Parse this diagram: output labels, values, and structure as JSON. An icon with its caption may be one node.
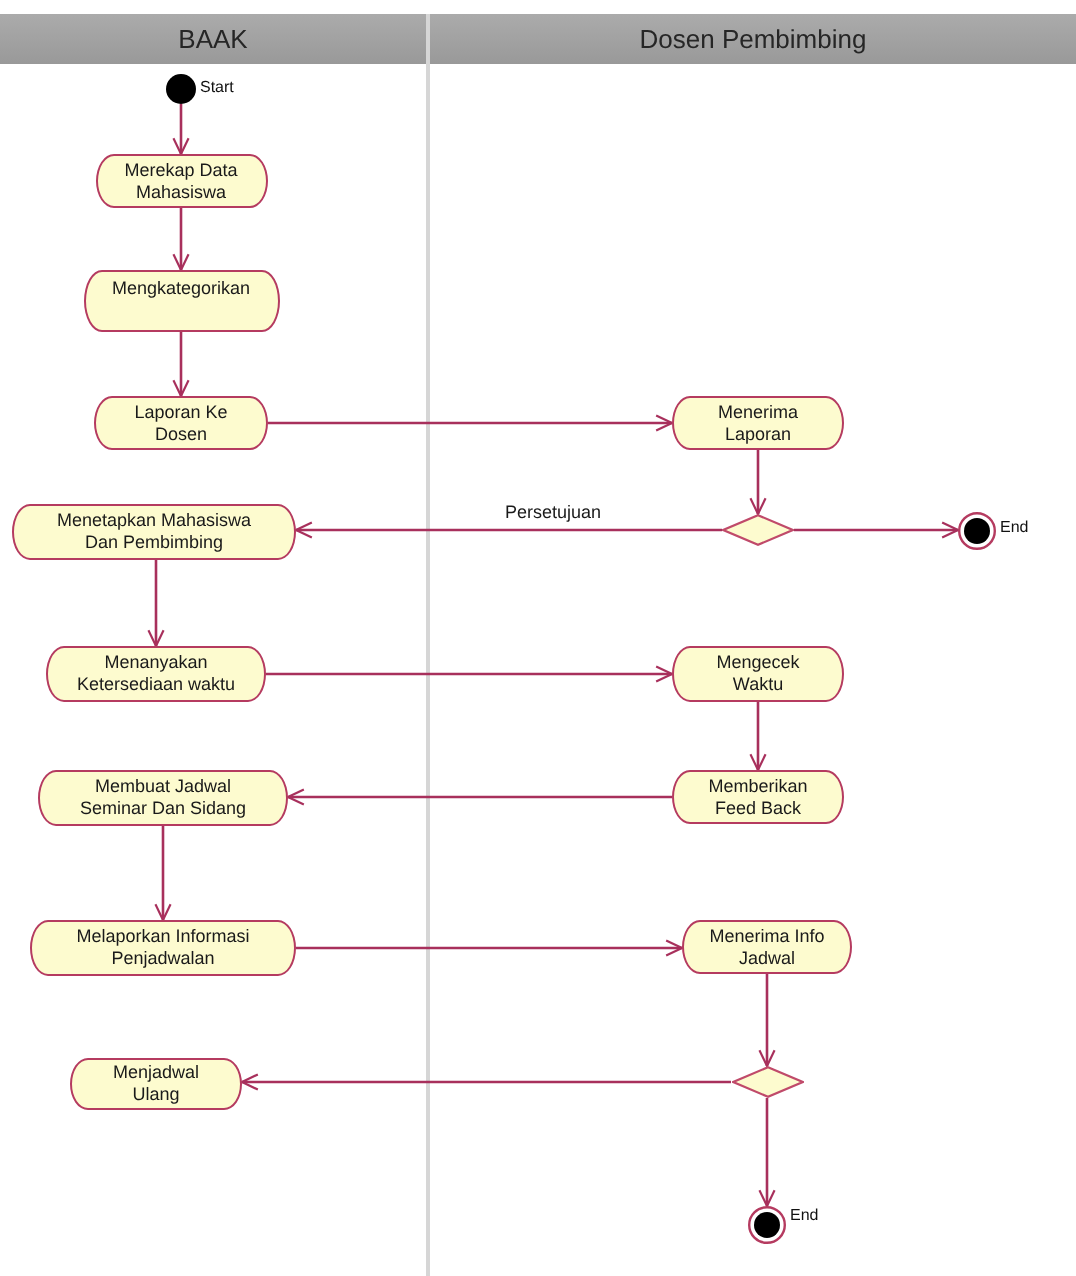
{
  "diagram": {
    "nodes": [
      {
        "text": [
          "BAAK"
        ]
      },
      {
        "text": [
          "Dosen Pembimbing"
        ]
      },
      {
        "text": [],
        "shape": "circle",
        "beside": [
          "Start"
        ],
        "in": 0
      },
      {
        "text": [
          "Merekap Data Mahasiswa"
        ],
        "in": 0
      },
      {
        "text": [
          "Mengkategorikan"
        ],
        "in": 0
      },
      {
        "text": [
          "Laporan Ke Dosen"
        ],
        "in": 0
      },
      {
        "text": [
          "Menerima Laporan"
        ],
        "in": 1
      },
      {
        "text": [],
        "shape": "diamond",
        "in": 1
      },
      {
        "text": [],
        "shape": "bullseye",
        "beside": [
          "End"
        ],
        "in": 1
      },
      {
        "text": [
          "Menetapkan Mahasiswa Dan Pembimbing"
        ],
        "in": 0
      },
      {
        "text": [
          "Menanyakan Ketersediaan waktu"
        ],
        "in": 0
      },
      {
        "text": [
          "Mengecek Waktu"
        ],
        "in": 1
      },
      {
        "text": [
          "Memberikan Feed Back"
        ],
        "in": 1
      },
      {
        "text": [
          "Membuat Jadwal Seminar Dan Sidang"
        ],
        "in": 0
      },
      {
        "text": [
          "Melaporkan Informasi Penjadwalan"
        ],
        "in": 0
      },
      {
        "text": [
          "Menerima Info Jadwal"
        ],
        "in": 1
      },
      {
        "text": [],
        "shape": "diamond",
        "in": 1
      },
      {
        "text": [
          "Menjadwal Ulang"
        ],
        "in": 0
      },
      {
        "text": [],
        "shape": "bullseye",
        "beside": [
          "End"
        ],
        "in": 1
      }
    ],
    "edges": [
      {
        "from": 2,
        "to": 3,
        "arrow": "to"
      },
      {
        "from": 3,
        "to": 4,
        "arrow": "to"
      },
      {
        "from": 4,
        "to": 5,
        "arrow": "to"
      },
      {
        "from": 5,
        "to": 6,
        "arrow": "to"
      },
      {
        "from": 6,
        "to": 7,
        "arrow": "to"
      },
      {
        "from": 7,
        "to": 9,
        "arrow": "to",
        "label": "Persetujuan"
      },
      {
        "from": 7,
        "to": 8,
        "arrow": "to"
      },
      {
        "from": 9,
        "to": 10,
        "arrow": "to"
      },
      {
        "from": 10,
        "to": 11,
        "arrow": "to"
      },
      {
        "from": 11,
        "to": 12,
        "arrow": "to"
      },
      {
        "from": 12,
        "to": 13,
        "arrow": "to"
      },
      {
        "from": 13,
        "to": 14,
        "arrow": "to"
      },
      {
        "from": 14,
        "to": 15,
        "arrow": "to"
      },
      {
        "from": 15,
        "to": 16,
        "arrow": "to"
      },
      {
        "from": 16,
        "to": 17,
        "arrow": "to"
      },
      {
        "from": 16,
        "to": 18,
        "arrow": "to"
      }
    ]
  }
}
